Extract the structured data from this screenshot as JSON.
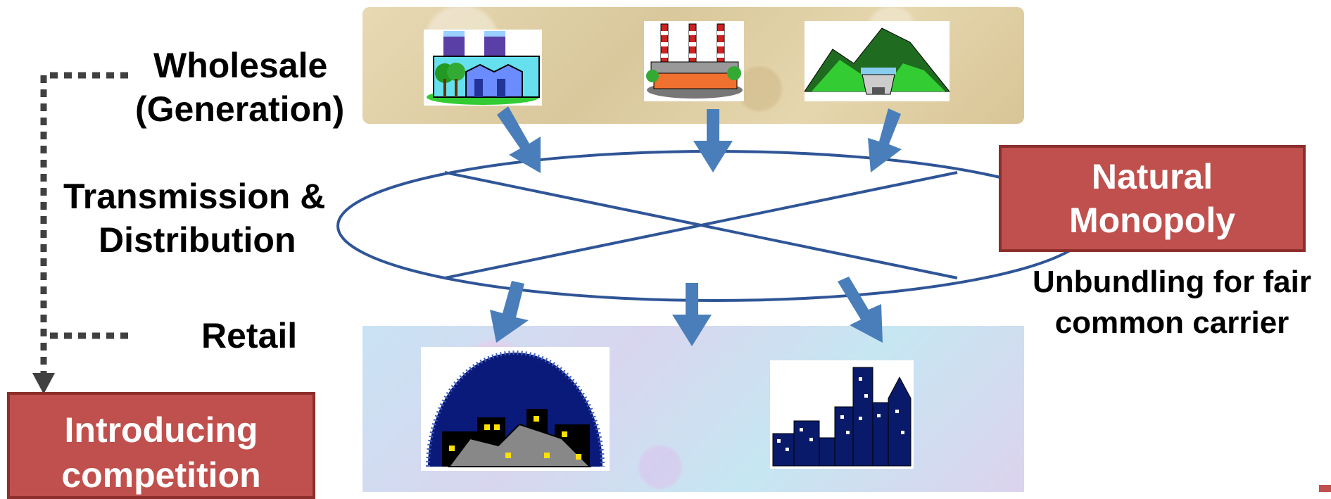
{
  "labels": {
    "wholesale": "Wholesale",
    "generation": "(Generation)",
    "transmission": "Transmission &",
    "distribution": "Distribution",
    "retail": "Retail"
  },
  "boxes": {
    "natural_monopoly_line1": "Natural",
    "natural_monopoly_line2": "Monopoly",
    "competition_line1": "Introducing",
    "competition_line2": "competition"
  },
  "notes": {
    "unbundling_line1": "Unbundling for fair",
    "unbundling_line2": "common carrier"
  },
  "icons": [
    "thermal-power-plant-icon",
    "oil-refinery-power-plant-icon",
    "hydro-dam-icon",
    "night-town-icon",
    "city-skyline-icon"
  ],
  "colors": {
    "arrow_blue": "#4a7ebb",
    "network_blue": "#2f5597",
    "box_red": "#c0504d",
    "box_border": "#8c2e2b",
    "dotted_connector": "#404040"
  }
}
